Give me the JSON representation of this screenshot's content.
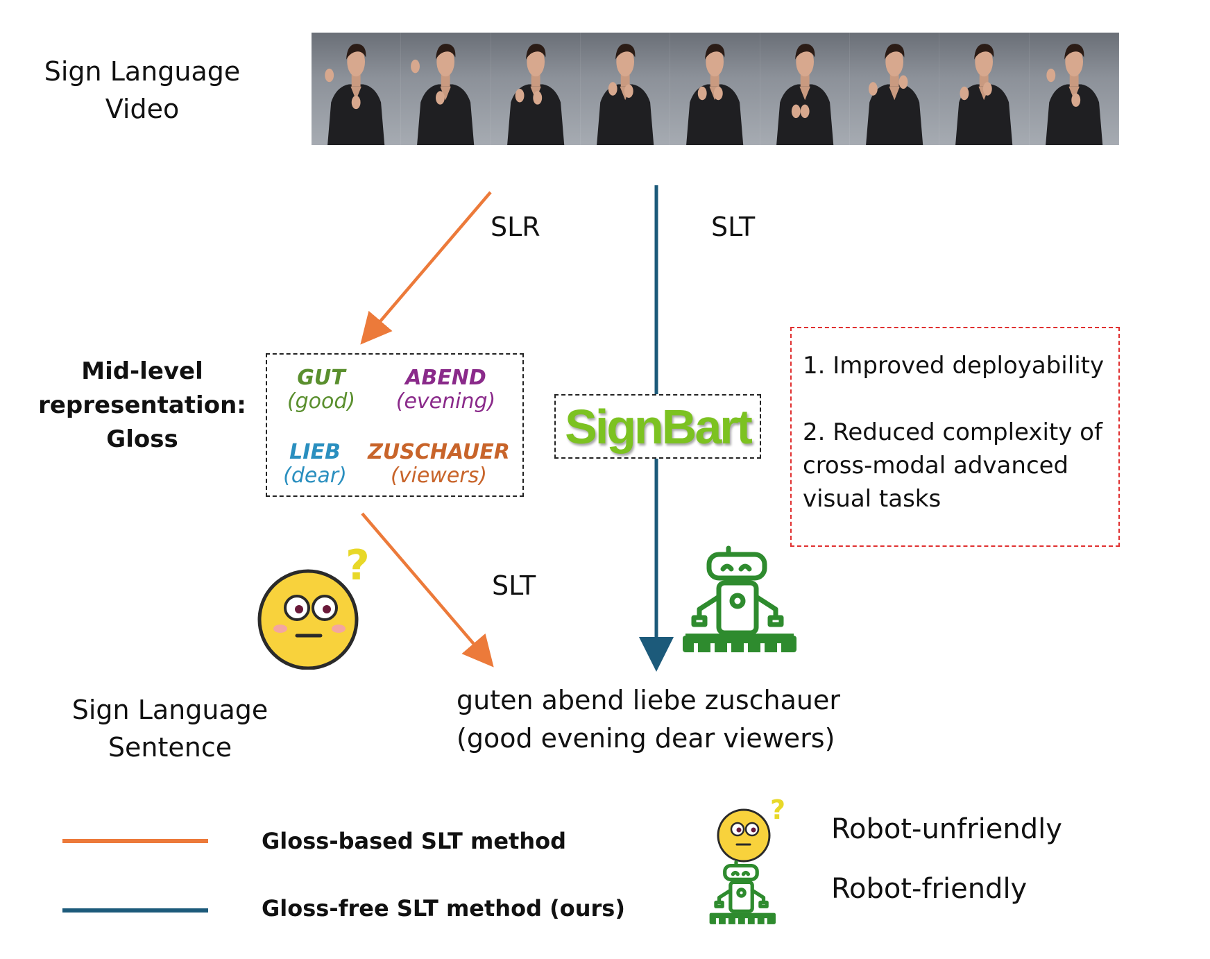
{
  "labels": {
    "video": "Sign Language\nVideo",
    "mid_level": "Mid-level\nrepresentation:\nGloss",
    "sentence": "Sign Language\nSentence"
  },
  "arrows": {
    "slr": "SLR",
    "slt_gloss": "SLT",
    "slt_direct": "SLT"
  },
  "glosses": [
    {
      "gloss": "GUT",
      "translation": "(good)",
      "color": "#5a8f2e"
    },
    {
      "gloss": "ABEND",
      "translation": "(evening)",
      "color": "#8a2a8a"
    },
    {
      "gloss": "LIEB",
      "translation": "(dear)",
      "color": "#2a8fbf"
    },
    {
      "gloss": "ZUSCHAUER",
      "translation": "(viewers)",
      "color": "#c8642a"
    }
  ],
  "model": {
    "name": "SignBart"
  },
  "advantages": {
    "item1": "1. Improved deployability",
    "item2": "2. Reduced complexity of\ncross-modal advanced\nvisual tasks"
  },
  "output": {
    "german": "guten abend liebe zuschauer",
    "english": "(good evening dear viewers)"
  },
  "legend": {
    "gloss_based": "Gloss-based SLT method",
    "gloss_free": "Gloss-free SLT method (ours)",
    "robot_unfriendly": "Robot-unfriendly",
    "robot_friendly": "Robot-friendly"
  },
  "colors": {
    "gloss_based": "#ec7a3a",
    "gloss_free": "#1c5a7a",
    "robot": "#2e8b2e",
    "emoji_face": "#f8d23c",
    "question_mark": "#e8d828",
    "adv_border": "#e03030"
  },
  "video_frames": 9
}
